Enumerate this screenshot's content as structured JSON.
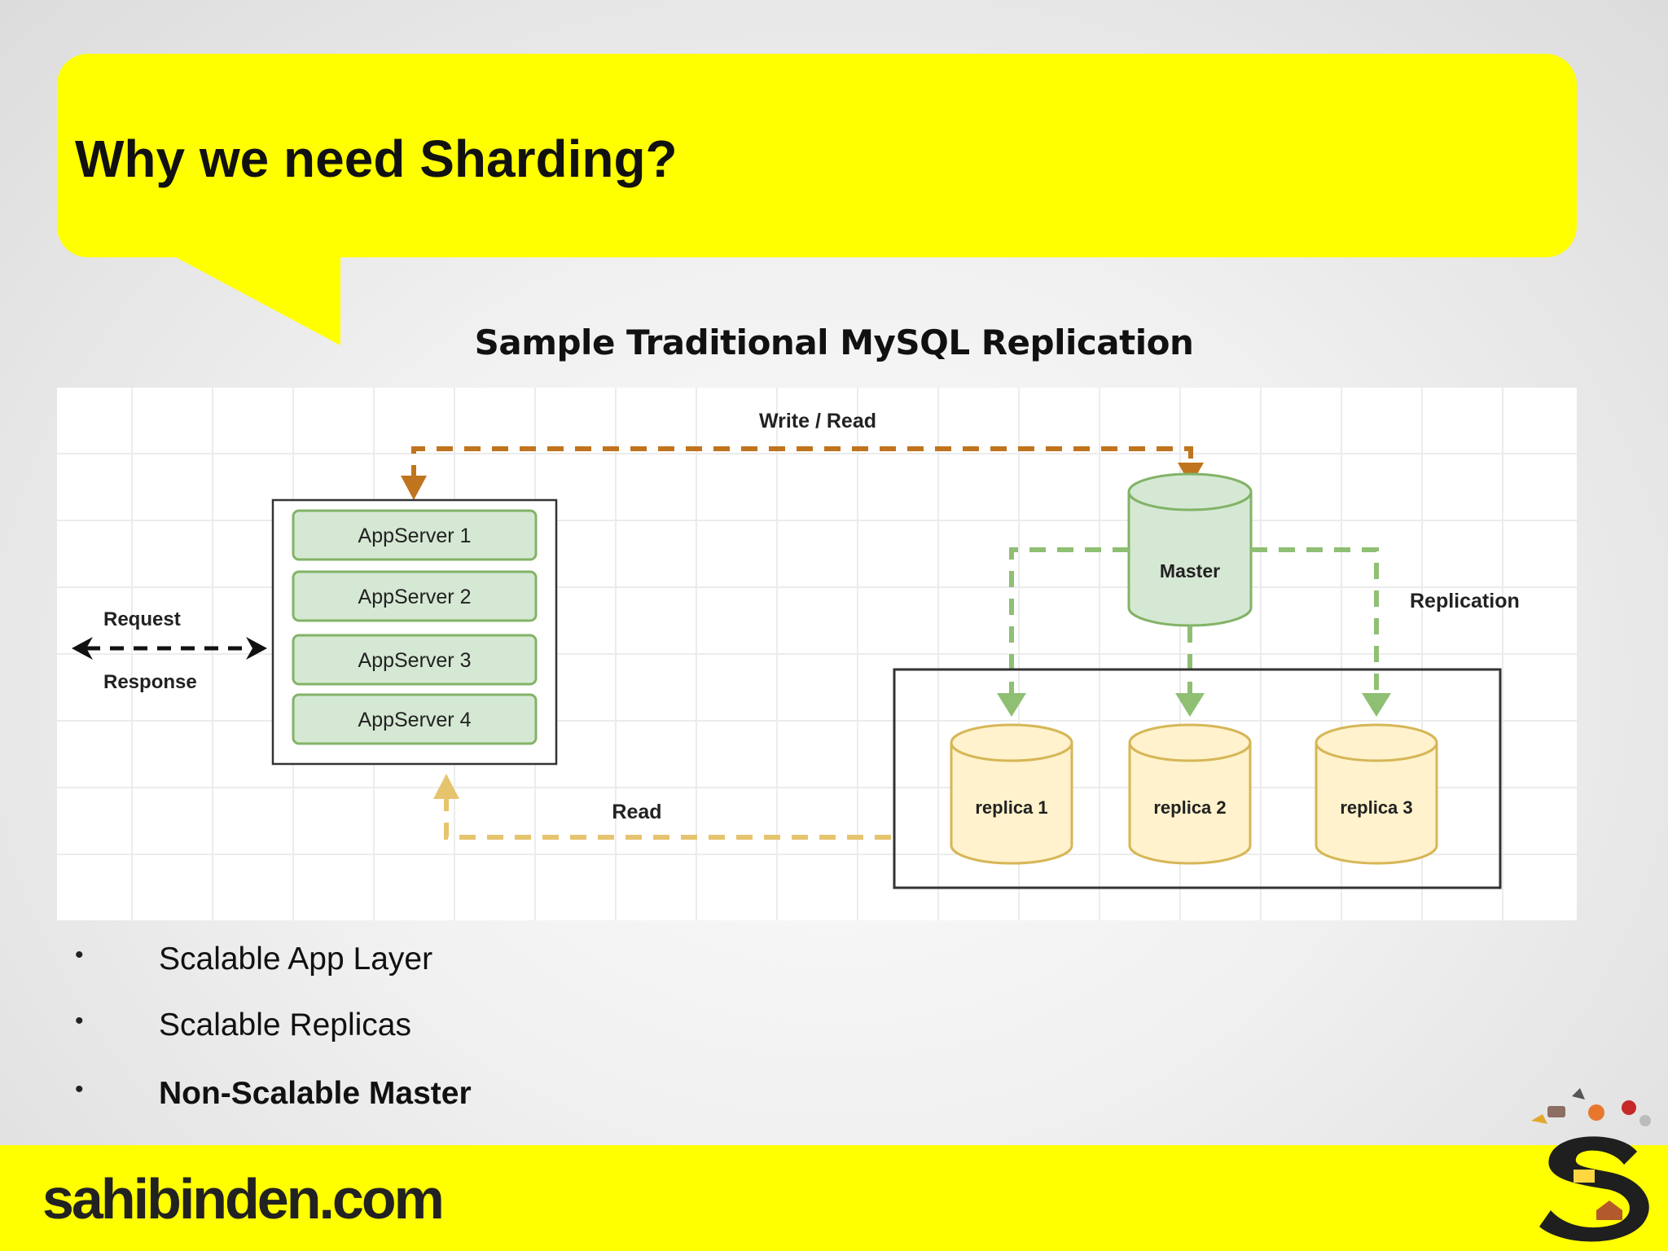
{
  "slide": {
    "title": "Why we need Sharding?",
    "diagram_heading": "Sample Traditional MySQL Replication"
  },
  "diagram": {
    "write_read_label": "Write / Read",
    "read_label": "Read",
    "request_label": "Request",
    "response_label": "Response",
    "replication_label": "Replication",
    "app_servers": [
      "AppServer 1",
      "AppServer 2",
      "AppServer 3",
      "AppServer 4"
    ],
    "master_label": "Master",
    "replicas": [
      "replica 1",
      "replica 2",
      "replica 3"
    ],
    "colors": {
      "write_read_arrow": "#c0741d",
      "read_arrow": "#e6c46e",
      "replication_arrow": "#8fbf73",
      "appserver_fill": "#d5e8d4",
      "appserver_stroke": "#82b366",
      "replica_fill": "#fff2cc",
      "replica_stroke": "#d6b656"
    }
  },
  "bullets": [
    {
      "marker": "•",
      "text": "Scalable App Layer"
    },
    {
      "marker": "•",
      "text": "Scalable Replicas"
    },
    {
      "marker": "•",
      "text": "Non-Scalable Master"
    }
  ],
  "footer": {
    "brand": "sahibinden.com",
    "accent_color": "#ffff00"
  }
}
